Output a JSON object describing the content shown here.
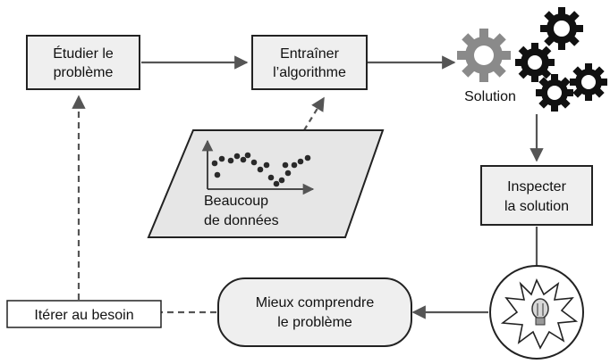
{
  "nodes": {
    "study": [
      "Étudier le",
      "problème"
    ],
    "train": [
      "Entraîner",
      "l’algorithme"
    ],
    "solution": "Solution",
    "inspect": [
      "Inspecter",
      "la solution"
    ],
    "understand": [
      "Mieux comprendre",
      "le problème"
    ],
    "iterate": "Itérer au besoin",
    "data": [
      "Beaucoup",
      "de données"
    ]
  },
  "icons": [
    "gears-icon",
    "lightbulb-icon",
    "scatter-plot-icon"
  ],
  "colors": {
    "box_fill": "#efefef",
    "box_stroke": "#222222",
    "arrow": "#555555",
    "gear_gray": "#8a8a8a",
    "gear_black": "#111111",
    "dot": "#2a2a2a"
  }
}
